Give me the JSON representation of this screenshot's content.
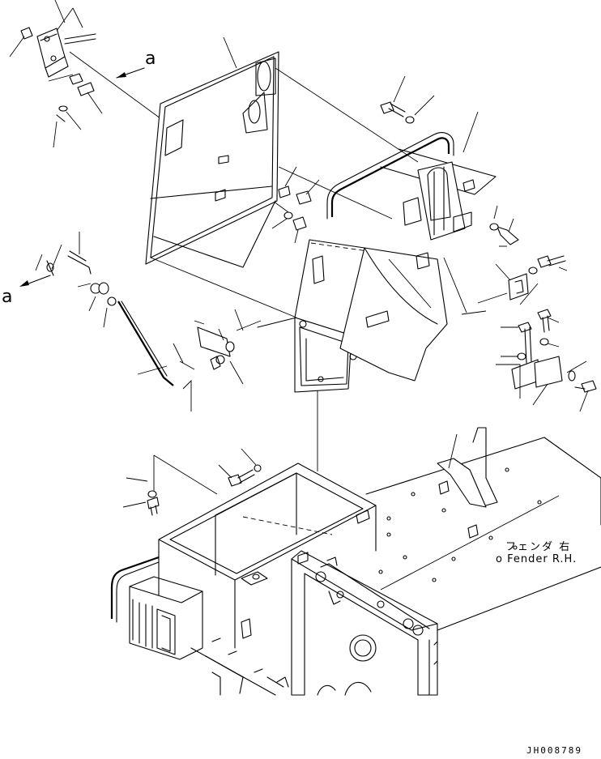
{
  "view_markers": [
    "a",
    "a"
  ],
  "reference_note": {
    "japanese": "フェンダ 右",
    "english": "Fender R.H."
  },
  "drawing_code": "JH008789"
}
